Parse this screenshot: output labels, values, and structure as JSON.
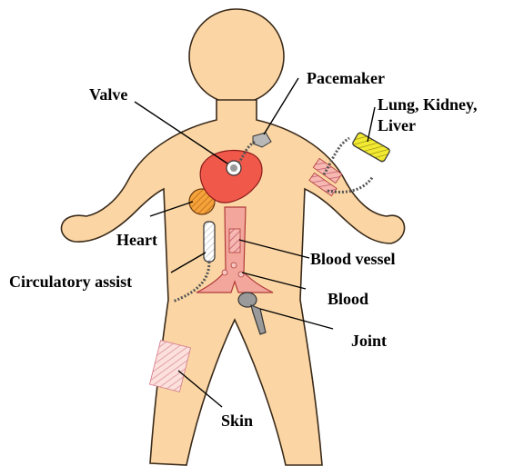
{
  "labels": {
    "valve": "Valve",
    "pacemaker": "Pacemaker",
    "lung_kidney_liver_line1": "Lung, Kidney,",
    "lung_kidney_liver_line2": "Liver",
    "heart": "Heart",
    "blood_vessel": "Blood vessel",
    "circulatory_assist": "Circulatory assist",
    "blood": "Blood",
    "joint": "Joint",
    "skin": "Skin"
  },
  "colors": {
    "body_fill": "#fbd6a4",
    "body_stroke": "#3a2a1a",
    "valve_organ": "#f0584a",
    "heart_organ": "#f5a23a",
    "vessel": "#f3a79c",
    "artificial_organ": "#f2ea32",
    "joint_metal": "#9a9a9a",
    "skin_patch": "#f8d4d0",
    "hatch": "#c0506a"
  }
}
